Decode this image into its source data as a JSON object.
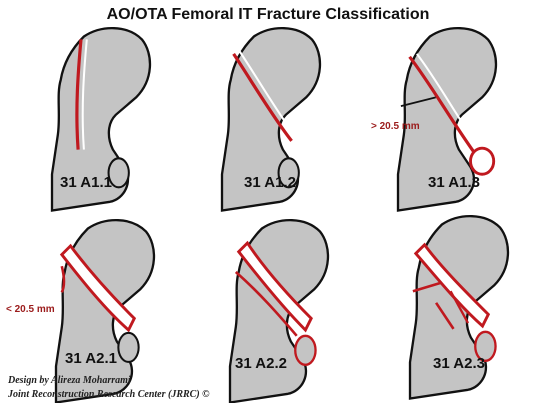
{
  "title": "AO/OTA Femoral IT Fracture Classification",
  "labels": [
    "31 A1.1",
    "31 A1.2",
    "31 A1.3",
    "31 A2.1",
    "31 A2.2",
    "31 A2.3"
  ],
  "measurements": {
    "a13": "> 20.5 mm",
    "a21": "< 20.5 mm"
  },
  "credits": {
    "line1": "Design by Alireza Moharrami",
    "line2": "Joint Reconstruction Research Center (JRRC) ©"
  },
  "colors": {
    "bone": "#c4c4c4",
    "outline": "#111111",
    "fracture": "#c0191f"
  }
}
